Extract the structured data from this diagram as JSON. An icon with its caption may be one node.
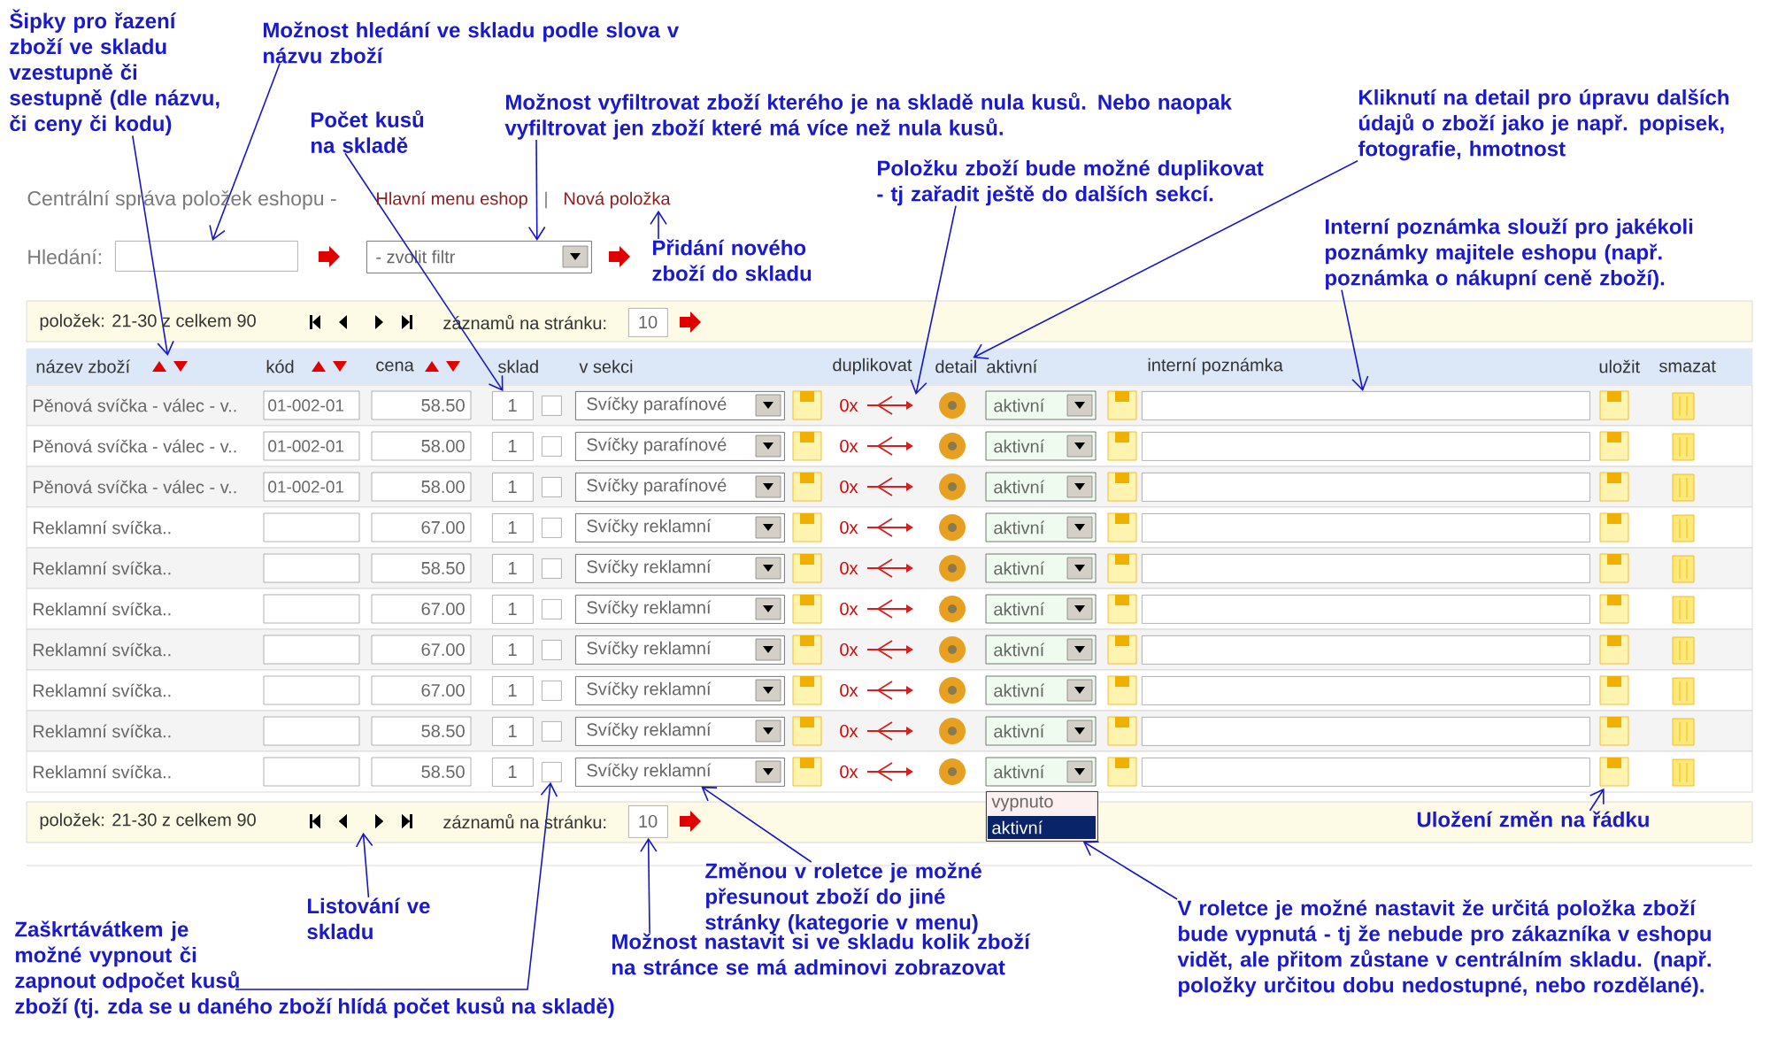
{
  "diagram": {
    "nodes": [
      {
        "text": [
          "Šipky pro řazení zboží ve skladu vzestupně či sestupně (dle názvu, či ceny či kodu)"
        ]
      },
      {
        "text": [
          "Možnost hledání ve skladu podle slova v názvu zboží"
        ]
      },
      {
        "text": [
          "Počet kusů na skladě"
        ]
      },
      {
        "text": [
          "Možnost vyfiltrovat zboží kterého je na skladě nula kusů. Nebo naopak vyfiltrovat jen zboží které má více než nula kusů."
        ]
      },
      {
        "text": [
          "Kliknutí na detail pro úpravu dalších údajů o zboží jako je např. popisek, fotografie, hmotnost"
        ]
      },
      {
        "text": [
          "Položku zboží bude možné duplikovat - tj zařadit ještě do dalších sekcí."
        ]
      },
      {
        "text": [
          "Nová položka"
        ]
      },
      {
        "text": [
          "Přidání nového zboží do skladu"
        ]
      },
      {
        "text": [
          "Interní poznámka slouží pro jakékoli poznámky majitele eshopu (např. poznámka o nákupní ceně zboží)."
        ]
      },
      {
        "text": [],
        "shape": "box"
      },
      {
        "text": [
          "- zvolit filtr"
        ]
      },
      {
        "text": [],
        "shape": "picture"
      },
      {
        "text": [
          "detail"
        ]
      },
      {
        "text": [
          "1"
        ]
      },
      {
        "text": [],
        "shape": "picture"
      },
      {
        "text": [],
        "shape": "box"
      },
      {
        "text": [],
        "shape": "picture"
      },
      {
        "text": [],
        "shape": "box"
      },
      {
        "text": [
          "Svíčky reklamní"
        ]
      },
      {
        "text": [
          "vypnuto",
          "aktivní"
        ]
      },
      {
        "text": [],
        "shape": "picture"
      },
      {
        "text": [
          "10"
        ]
      },
      {
        "text": [
          "Uložení změn na řádku"
        ]
      },
      {
        "text": [
          "Listování ve skladu"
        ]
      },
      {
        "text": [
          "Změnou v roletce je možné přesunout zboží do jiné stránky (kategorie v menu)"
        ]
      },
      {
        "text": [
          "Zaškrtávátkem je možné vypnout či zapnout odpočet kusů zboží (tj. zda se u daného zboží hlídá počet kusů na skladě)"
        ]
      },
      {
        "text": [
          "Možnost nastavit si ve skladu kolik zboží na stránce se má adminovi zobrazovat"
        ]
      },
      {
        "text": [
          "V roletce je možné nastavit že určitá položka zboží bude vypnutá - tj že nebude pro zákazníka v eshopu vidět, ale přitom zůstane v centrálním skladu. (např. položky určitou dobu nedostupné, nebo rozdělané)."
        ]
      },
      {
        "text": [
          "10"
        ]
      },
      {
        "text": [],
        "shape": "box"
      },
      {
        "text": [
          "Svíčky parafínové"
        ]
      },
      {
        "text": [
          "1"
        ]
      },
      {
        "text": [],
        "shape": "box"
      },
      {
        "text": [
          "Svíčky parafínové"
        ]
      },
      {
        "text": [],
        "shape": "box"
      },
      {
        "text": [
          "1"
        ]
      },
      {
        "text": [],
        "shape": "box"
      },
      {
        "text": [
          "Svíčky parafínové"
        ]
      },
      {
        "text": [],
        "shape": "box"
      },
      {
        "text": [
          "1"
        ]
      },
      {
        "text": [],
        "shape": "box"
      },
      {
        "text": [
          "Svíčky reklamní"
        ]
      },
      {
        "text": [],
        "shape": "box"
      },
      {
        "text": [
          "1"
        ]
      },
      {
        "text": [],
        "shape": "box"
      },
      {
        "text": [
          "Svíčky reklamní"
        ]
      },
      {
        "text": [],
        "shape": "box"
      },
      {
        "text": [
          "1"
        ]
      },
      {
        "text": [],
        "shape": "box"
      },
      {
        "text": [
          "Svíčky reklamní"
        ]
      },
      {
        "text": [],
        "shape": "box"
      },
      {
        "text": [
          "1"
        ]
      },
      {
        "text": [],
        "shape": "box"
      },
      {
        "text": [
          "Svíčky reklamní"
        ]
      },
      {
        "text": [],
        "shape": "box"
      },
      {
        "text": [
          "1"
        ]
      },
      {
        "text": [],
        "shape": "box"
      },
      {
        "text": [
          "Svíčky reklamní"
        ]
      },
      {
        "text": [],
        "shape": "box"
      },
      {
        "text": [
          "1"
        ]
      },
      {
        "text": [],
        "shape": "box"
      },
      {
        "text": [
          "Svíčky reklamní"
        ]
      },
      {
        "text": [],
        "shape": "box"
      },
      {
        "text": [
          "1"
        ]
      },
      {
        "text": [],
        "shape": "box"
      }
    ],
    "edges": [
      {
        "from": 0,
        "to": 11,
        "arrow": "to"
      },
      {
        "from": 1,
        "to": 9,
        "arrow": "to"
      },
      {
        "from": 2,
        "to": 13,
        "arrow": "to"
      },
      {
        "from": 3,
        "to": 10,
        "arrow": "to"
      },
      {
        "from": 4,
        "to": 12,
        "arrow": "to"
      },
      {
        "from": 5,
        "to": 14,
        "arrow": "to"
      },
      {
        "from": 7,
        "to": 6,
        "arrow": "to"
      },
      {
        "from": 8,
        "to": 15,
        "arrow": "to"
      },
      {
        "from": 22,
        "to": 16,
        "arrow": "to"
      },
      {
        "from": 23,
        "to": 20,
        "arrow": "to"
      },
      {
        "from": 24,
        "to": 18,
        "arrow": "to"
      },
      {
        "from": 25,
        "to": 17,
        "arrow": "to"
      },
      {
        "from": 26,
        "to": 21,
        "arrow": "to"
      },
      {
        "from": 27,
        "to": 19,
        "arrow": "to"
      }
    ],
    "labels": [
      "Centrální správa položek eshopu -",
      "Hlavní menu eshop",
      "|",
      "Hledání:",
      "položek: 21-30 z celkem 90",
      "záznamů na stránku:",
      "název zboží",
      "kód",
      "cena",
      "sklad",
      "v sekci",
      "duplikovat",
      "aktivní",
      "interní poznámka",
      "uložit",
      "smazat",
      "Pěnová svíčka - válec - v..",
      "01-002-01",
      "58.50",
      "0x",
      "aktivní",
      "Pěnová svíčka - válec - v..",
      "01-002-01",
      "58.00",
      "0x",
      "aktivní",
      "Pěnová svíčka - válec - v..",
      "01-002-01",
      "58.00",
      "0x",
      "aktivní",
      "Reklamní svíčka..",
      "67.00",
      "0x",
      "aktivní",
      "Reklamní svíčka..",
      "58.50",
      "0x",
      "aktivní",
      "Reklamní svíčka..",
      "67.00",
      "0x",
      "aktivní",
      "Reklamní svíčka..",
      "67.00",
      "0x",
      "aktivní",
      "Reklamní svíčka..",
      "67.00",
      "0x",
      "aktivní",
      "Reklamní svíčka..",
      "58.50",
      "0x",
      "aktivní",
      "Reklamní svíčka..",
      "58.50",
      "0x",
      "aktivní",
      "položek: 21-30 z celkem 90",
      "záznamů na stránku:"
    ]
  }
}
